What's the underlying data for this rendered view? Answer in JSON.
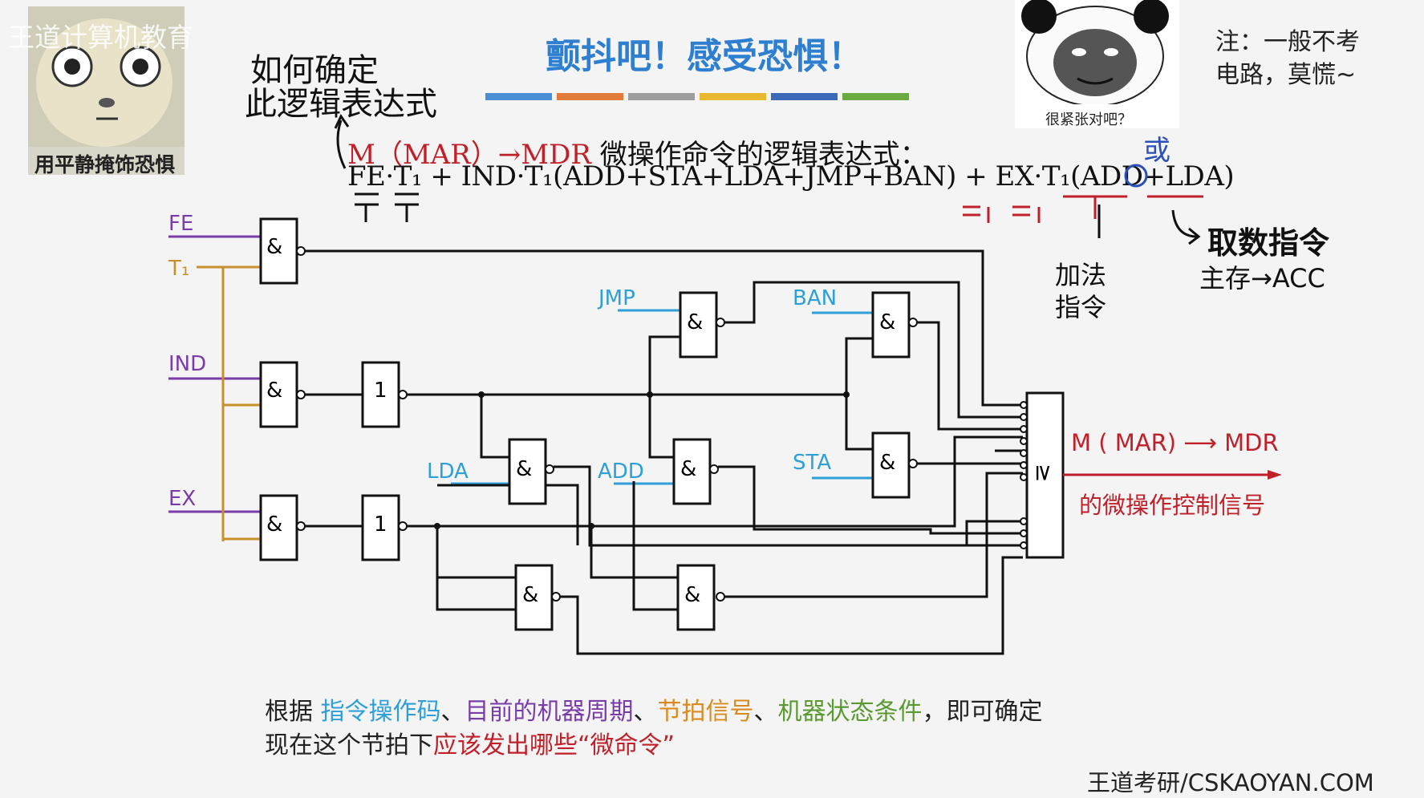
{
  "watermark": "王道计算机教育",
  "meme_left_caption": "用平静掩饰恐惧",
  "meme_right_caption": "很紧张对吧？",
  "title": "颤抖吧！感受恐惧！",
  "title_bar_colors": [
    "#4a8fd6",
    "#e07b39",
    "#9e9e9e",
    "#e8b830",
    "#3c68b8",
    "#6aaa40"
  ],
  "note_lines": [
    "注：一般不考",
    "电路，莫慌~"
  ],
  "expression": {
    "heading_red": "M（MAR）→MDR",
    "heading_rest": " 微操作命令的逻辑表达式：",
    "formula": "FE·T₁ + IND·T₁(ADD+STA+LDA+JMP+BAN) + EX·T₁(ADD+LDA)"
  },
  "handwriting": {
    "question_line1": "如何确定",
    "question_line2": "此逻辑表达式",
    "or_label": "或",
    "fetch_label": "取数指令",
    "fetch_sub": "主存→ACC",
    "add_label_1": "加法",
    "add_label_2": "指令"
  },
  "circuit": {
    "inputs": [
      "FE",
      "T₁",
      "IND",
      "EX"
    ],
    "opcodes": [
      "JMP",
      "BAN",
      "LDA",
      "ADD",
      "STA"
    ],
    "and_symbol": "&",
    "not_symbol": "1",
    "or_symbol": "≥",
    "output_line1": "M ( MAR)  ⟶  MDR",
    "output_line2": "的微操作控制信号",
    "wire_color": "#111111",
    "input_color": "#7a3ca8",
    "t1_color": "#c8902c",
    "opcode_color": "#2f9fd8",
    "output_color": "#c0202a"
  },
  "bottom_text": {
    "l1_a": "根据 ",
    "l1_b": "指令操作码",
    "l1_c": "、",
    "l1_d": "目前的机器周期",
    "l1_e": "、",
    "l1_f": "节拍信号",
    "l1_g": "、",
    "l1_h": "机器状态条件",
    "l1_i": "，即可确定",
    "l2_a": "现在这个节拍下",
    "l2_b": "应该发出哪些“微命令”"
  },
  "footer": "王道考研/CSKAOYAN.COM"
}
